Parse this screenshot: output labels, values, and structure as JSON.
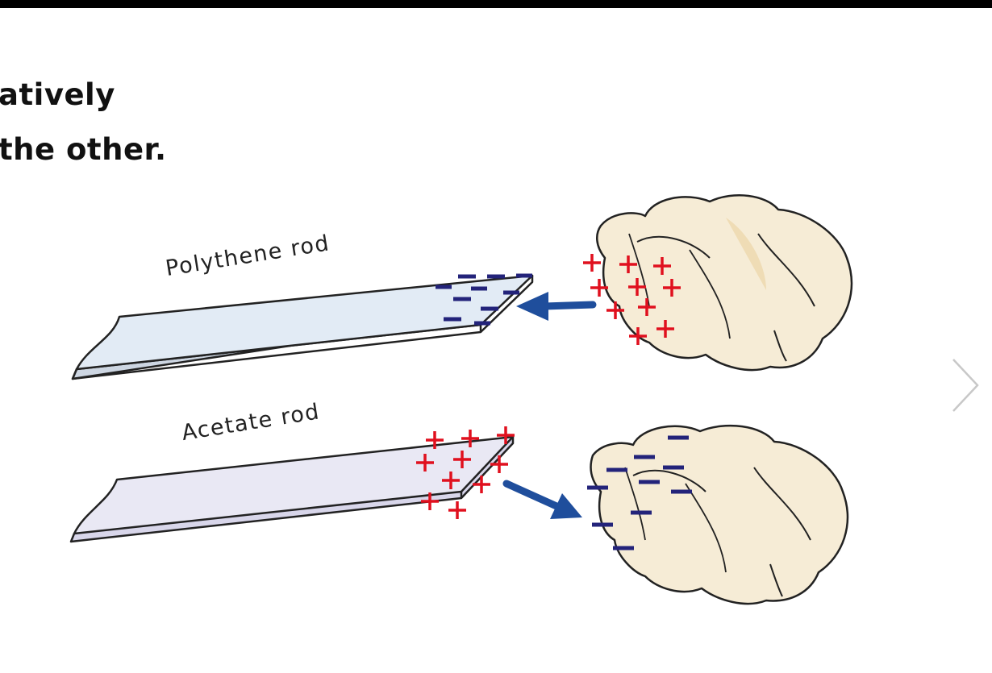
{
  "heading": {
    "line1": "atively",
    "line2": "the other."
  },
  "labels": {
    "polythene": "Polythene rod",
    "acetate": "Acetate rod"
  },
  "icons": {
    "next": "chevron-right-icon",
    "arrow_in": "arrow-left-icon",
    "arrow_out": "arrow-right-icon"
  },
  "colors": {
    "positive": "#e0101e",
    "negative": "#23237a",
    "arrow": "#1f4e9c",
    "cloth": "#f6ecd6",
    "polythene_rod": "#e2ebf5",
    "acetate_rod": "#e9e8f4"
  }
}
